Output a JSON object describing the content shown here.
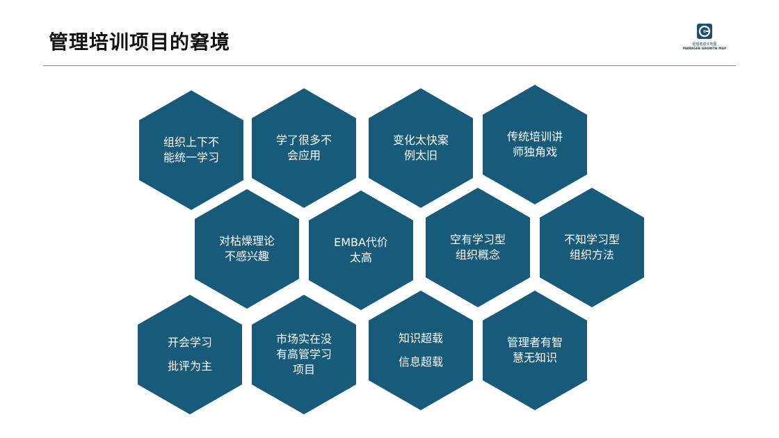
{
  "page": {
    "title": "管理培训项目的窘境"
  },
  "logo": {
    "icon": "g-swirl-logo-icon",
    "cn_text": "经理者成长地图",
    "en_text": "MANAGER GROWTH MAP"
  },
  "colors": {
    "hex_fill": "#175a79",
    "hex_text": "#ffffff",
    "title": "#111111",
    "rule": "#8a8a8a"
  },
  "hexagons": [
    {
      "id": "h1",
      "text": "组织上下不\n能统一学习"
    },
    {
      "id": "h2",
      "text": "学了很多不\n会应用"
    },
    {
      "id": "h3",
      "text": "变化太快案\n例太旧"
    },
    {
      "id": "h4",
      "text": "传统培训讲\n师独角戏"
    },
    {
      "id": "h5",
      "text": "对枯燥理论\n不感兴趣"
    },
    {
      "id": "h6",
      "text": "EMBA代价\n太高"
    },
    {
      "id": "h7",
      "text": "空有学习型\n组织概念"
    },
    {
      "id": "h8",
      "text": "不知学习型\n组织方法"
    },
    {
      "id": "h9",
      "text": "开会学习\n批评为主"
    },
    {
      "id": "h10",
      "text": "市场实在没\n有高管学习\n项目"
    },
    {
      "id": "h11",
      "text": "知识超载\n信息超载"
    },
    {
      "id": "h12",
      "text": "管理者有智\n慧无知识"
    }
  ]
}
